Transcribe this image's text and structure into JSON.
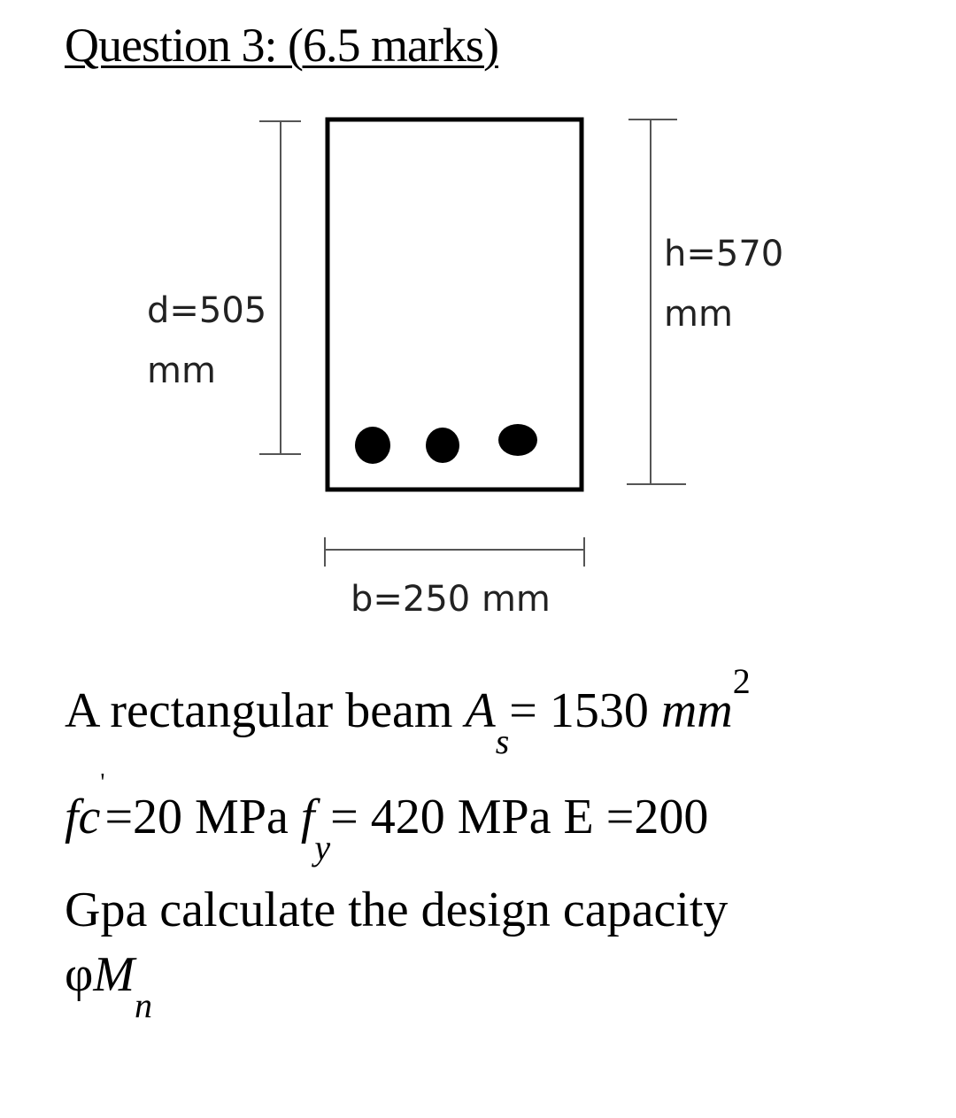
{
  "title": "Question 3: (6.5 marks)",
  "diagram": {
    "d_label_line1": "d=505",
    "d_label_line2": "mm",
    "h_label_line1": "h=570",
    "h_label_line2": "mm",
    "b_label": "b=250 mm"
  },
  "text": {
    "l1_intro": "A rectangular beam ",
    "l1_A": "A",
    "l1_A_sub": "s",
    "l1_eq": "= 1530 ",
    "l1_unit": "mm",
    "l1_unit_sup": "2",
    "l2_fc": "fc",
    "l2_prime": "'",
    "l2_fc_val": "=20 MPa ",
    "l2_f": "f",
    "l2_f_sub": "y",
    "l2_fy_val": "= 420 MPa E =200",
    "l3": "Gpa calculate the design capacity",
    "l4_phi": "φ",
    "l4_M": "M",
    "l4_M_sub": "n"
  }
}
